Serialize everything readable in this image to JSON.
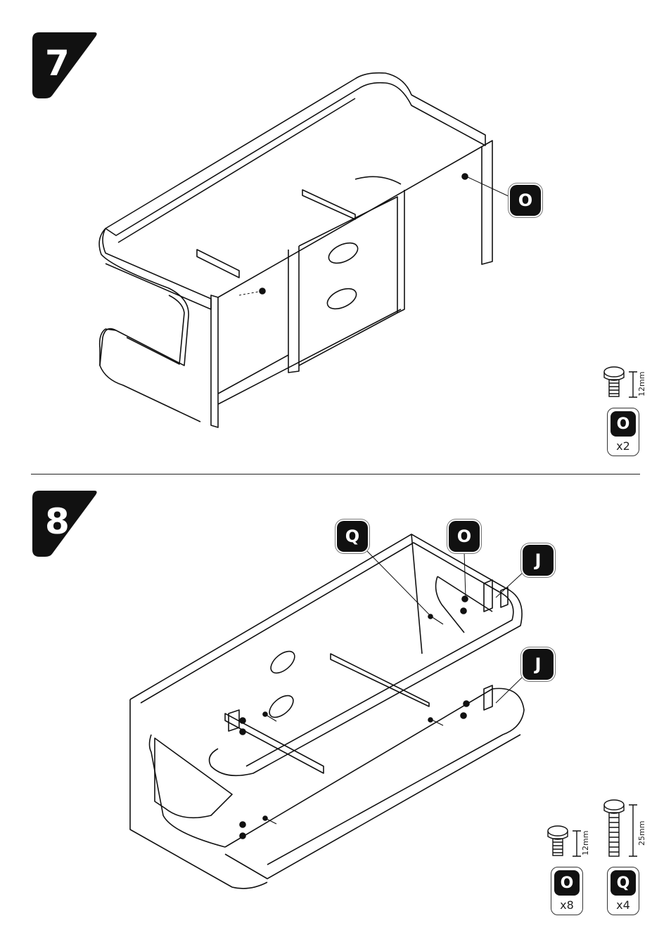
{
  "steps": [
    {
      "number": "7",
      "callouts": [
        "O"
      ],
      "hardware": [
        {
          "code": "O",
          "quantity": "x2",
          "size": "12mm"
        }
      ]
    },
    {
      "number": "8",
      "callouts": [
        "Q",
        "O",
        "J",
        "J"
      ],
      "hardware": [
        {
          "code": "O",
          "quantity": "x8",
          "size": "12mm"
        },
        {
          "code": "Q",
          "quantity": "x4",
          "size": "25mm"
        }
      ]
    }
  ],
  "colors": {
    "ink": "#111111",
    "paper": "#ffffff"
  }
}
